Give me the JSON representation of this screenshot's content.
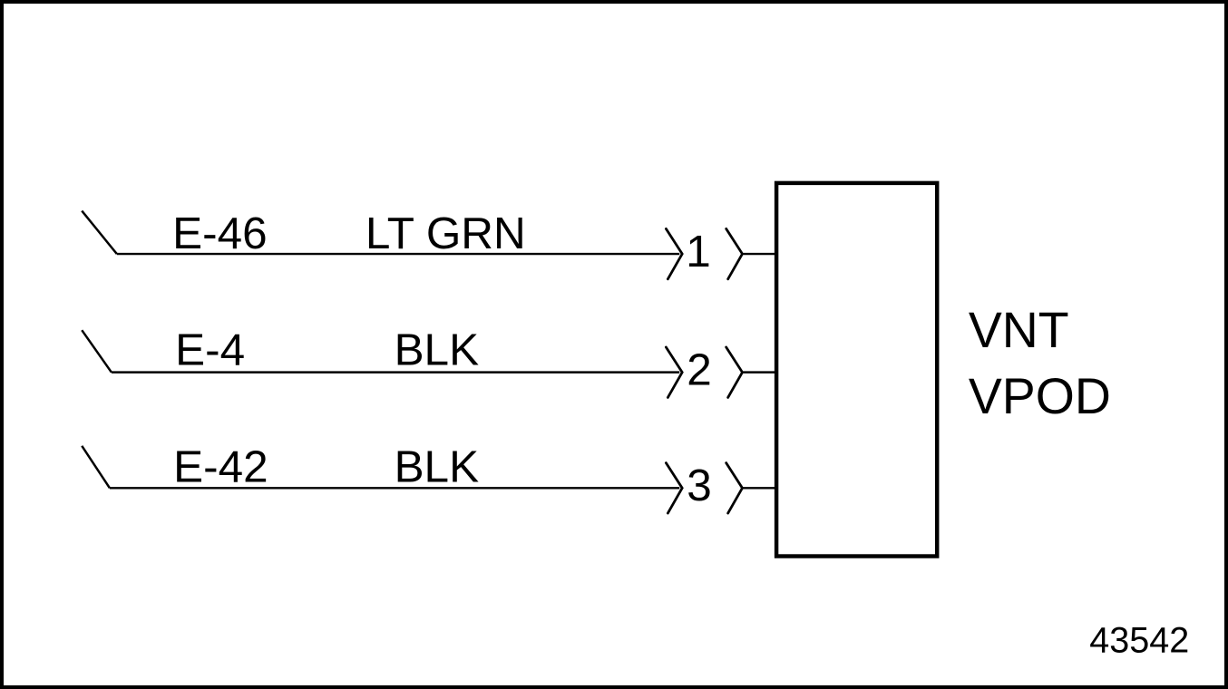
{
  "figure": {
    "figure_number": "43542",
    "component": {
      "name": "VNT VPOD",
      "name_lines": [
        "VNT",
        "VPOD"
      ]
    },
    "wires": [
      {
        "wire_id": "E-46",
        "wire_color": "LT GRN",
        "pin": "1"
      },
      {
        "wire_id": "E-4",
        "wire_color": "BLK",
        "pin": "2"
      },
      {
        "wire_id": "E-42",
        "wire_color": "BLK",
        "pin": "3"
      }
    ],
    "colors": {
      "line": "#000000",
      "background": "#ffffff",
      "text": "#000000"
    }
  }
}
